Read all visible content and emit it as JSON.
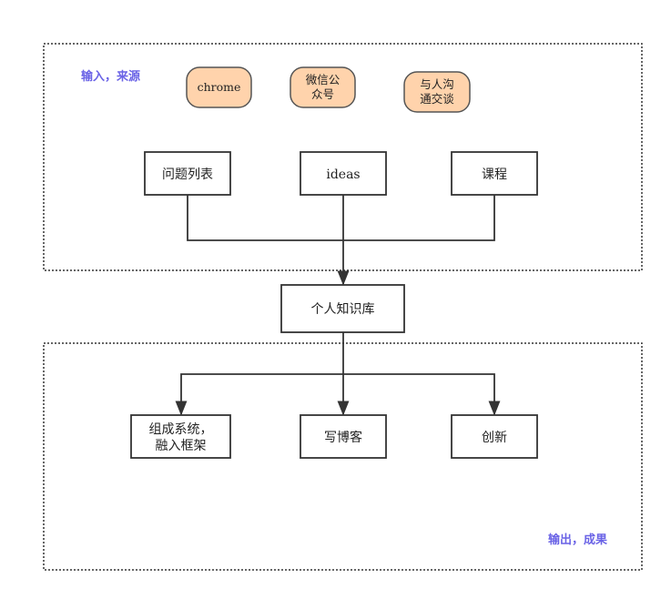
{
  "colors": {
    "accent_label": "#6a63e6",
    "source_fill": "#ffd3ac",
    "stroke": "#333333"
  },
  "labels": {
    "input_region": "输入，来源",
    "output_region": "输出，成果"
  },
  "sources": [
    {
      "lines": [
        "chrome"
      ]
    },
    {
      "lines": [
        "微信公",
        "众号"
      ]
    },
    {
      "lines": [
        "与人沟",
        "通交谈"
      ]
    }
  ],
  "inputs": [
    {
      "label": "问题列表"
    },
    {
      "label": "ideas"
    },
    {
      "label": "课程"
    }
  ],
  "center": {
    "label": "个人知识库"
  },
  "outputs": [
    {
      "lines": [
        "组成系统，",
        "融入框架"
      ]
    },
    {
      "lines": [
        "写博客"
      ]
    },
    {
      "lines": [
        "创新"
      ]
    }
  ]
}
